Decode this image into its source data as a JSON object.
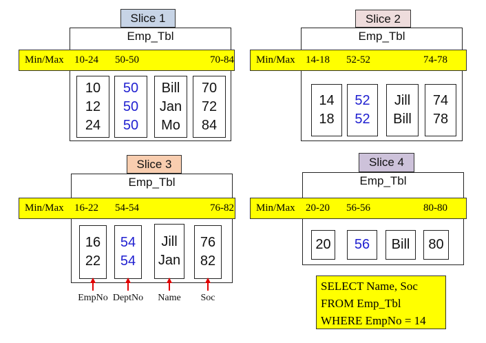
{
  "slices": [
    {
      "title": "Slice 1",
      "color": "#c7d4e6",
      "table": "Emp_Tbl",
      "minmax": "Min/Max",
      "ranges": [
        "10-24",
        "50-50",
        "70-84"
      ],
      "columns": [
        [
          "10",
          "12",
          "24"
        ],
        [
          "50",
          "50",
          "50"
        ],
        [
          "Bill",
          "Jan",
          "Mo"
        ],
        [
          "70",
          "72",
          "84"
        ]
      ]
    },
    {
      "title": "Slice 2",
      "color": "#eedcdc",
      "table": "Emp_Tbl",
      "minmax": "Min/Max",
      "ranges": [
        "14-18",
        "52-52",
        "74-78"
      ],
      "columns": [
        [
          "14",
          "18"
        ],
        [
          "52",
          "52"
        ],
        [
          "Jill",
          "Bill"
        ],
        [
          "74",
          "78"
        ]
      ]
    },
    {
      "title": "Slice 3",
      "color": "#f8cdaf",
      "table": "Emp_Tbl",
      "minmax": "Min/Max",
      "ranges": [
        "16-22",
        "54-54",
        "76-82"
      ],
      "columns": [
        [
          "16",
          "22"
        ],
        [
          "54",
          "54"
        ],
        [
          "Jill",
          "Jan"
        ],
        [
          "76",
          "82"
        ]
      ]
    },
    {
      "title": "Slice 4",
      "color": "#cdc2da",
      "table": "Emp_Tbl",
      "minmax": "Min/Max",
      "ranges": [
        "20-20",
        "56-56",
        "80-80"
      ],
      "columns": [
        [
          "20"
        ],
        [
          "56"
        ],
        [
          "Bill"
        ],
        [
          "80"
        ]
      ]
    }
  ],
  "column_labels": [
    "EmpNo",
    "DeptNo",
    "Name",
    "Soc"
  ],
  "sql": [
    "SELECT Name, Soc",
    "FROM Emp_Tbl",
    "WHERE EmpNo = 14"
  ]
}
